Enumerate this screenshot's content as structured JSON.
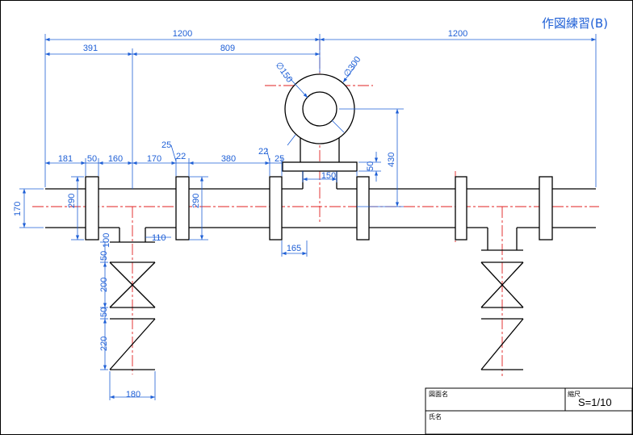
{
  "title": "作図練習(B)",
  "dimensions": {
    "top_total_left": "1200",
    "top_total_right": "1200",
    "top_391": "391",
    "top_809": "809",
    "d150_circle": "∅150",
    "d300_circle": "∅300",
    "d25_a": "25",
    "d22_a": "22",
    "d22_b": "22",
    "d25_b": "25",
    "d181": "181",
    "d50_a": "50",
    "d160": "160",
    "d170_a": "170",
    "d380": "380",
    "d150_b": "150",
    "d50_v": "50",
    "d430": "430",
    "d170_v": "170",
    "d290_a": "290",
    "d290_b": "290",
    "d100": "100",
    "d110": "110",
    "d165": "165",
    "d50_c": "50",
    "d200": "200",
    "d50_d": "50",
    "d220": "220",
    "d180": "180"
  },
  "title_block": {
    "drawing_name_label": "図面名",
    "scale_label": "縮尺",
    "scale_value": "S=1/10",
    "name_label": "氏名"
  }
}
